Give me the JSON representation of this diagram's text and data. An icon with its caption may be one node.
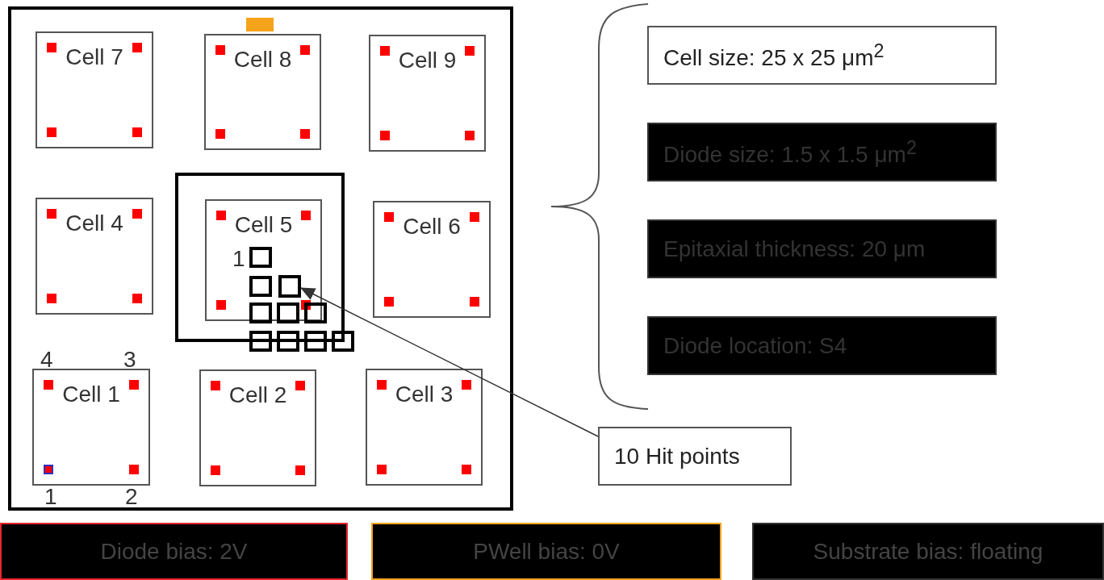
{
  "diagram": {
    "nodes": [
      {
        "text": [],
        "shape": "box"
      },
      {
        "text": [
          "Cell 7"
        ],
        "in": 0
      },
      {
        "text": [
          "Cell 8"
        ],
        "in": 0
      },
      {
        "text": [
          "Cell 9"
        ],
        "in": 0
      },
      {
        "text": [
          "Cell 4"
        ],
        "in": 0
      },
      {
        "text": [],
        "shape": "box",
        "in": 0
      },
      {
        "text": [
          "Cell 5"
        ],
        "in": 5
      },
      {
        "text": [
          "Cell 6"
        ],
        "in": 0
      },
      {
        "text": [
          "Cell 1"
        ],
        "in": 0
      },
      {
        "text": [
          "Cell 2"
        ],
        "in": 0
      },
      {
        "text": [
          "Cell 3"
        ],
        "in": 0
      },
      {
        "text": [],
        "shape": "box",
        "in": 6
      },
      {
        "text": [
          "Cell size: 25 x 25 μm$^{2}$"
        ]
      },
      {
        "text": [
          "Diode size: 1.5 x 1.5 μm$^{2}$"
        ]
      },
      {
        "text": [
          "Epitaxial thickness: 20 μm"
        ]
      },
      {
        "text": [
          "Diode location: S4"
        ]
      },
      {
        "text": [
          "10 Hit points"
        ]
      },
      {
        "text": [
          "Diode bias: 2V"
        ]
      },
      {
        "text": [
          "PWell bias: 0V"
        ]
      },
      {
        "text": [
          "Substrate bias: floating"
        ]
      }
    ],
    "edges": [
      {
        "from": 16,
        "to": 11,
        "arrow": "to"
      }
    ],
    "labels": [
      "1",
      "4",
      "3",
      "1",
      "2"
    ]
  }
}
